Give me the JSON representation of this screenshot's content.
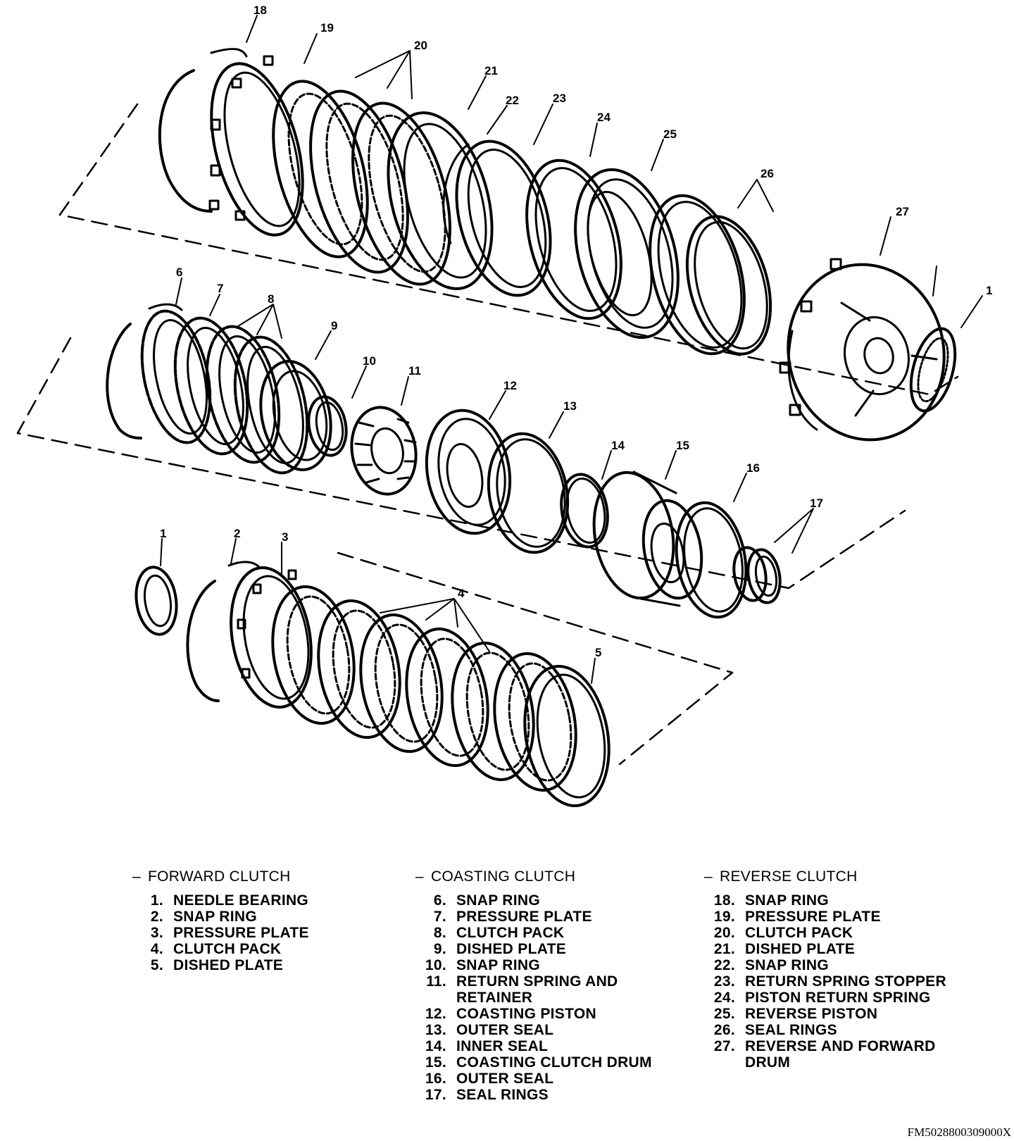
{
  "callouts": [
    "1",
    "2",
    "3",
    "4",
    "5",
    "6",
    "7",
    "8",
    "9",
    "10",
    "11",
    "12",
    "13",
    "14",
    "15",
    "16",
    "17",
    "18",
    "19",
    "20",
    "21",
    "22",
    "23",
    "24",
    "25",
    "26",
    "27"
  ],
  "legend": {
    "forward": {
      "title": "FORWARD CLUTCH",
      "items": [
        {
          "n": "1.",
          "t": "NEEDLE BEARING"
        },
        {
          "n": "2.",
          "t": "SNAP RING"
        },
        {
          "n": "3.",
          "t": "PRESSURE PLATE"
        },
        {
          "n": "4.",
          "t": "CLUTCH PACK"
        },
        {
          "n": "5.",
          "t": "DISHED PLATE"
        }
      ]
    },
    "coasting": {
      "title": "COASTING CLUTCH",
      "items": [
        {
          "n": "6.",
          "t": "SNAP RING"
        },
        {
          "n": "7.",
          "t": "PRESSURE PLATE"
        },
        {
          "n": "8.",
          "t": "CLUTCH PACK"
        },
        {
          "n": "9.",
          "t": "DISHED PLATE"
        },
        {
          "n": "10.",
          "t": "SNAP RING"
        },
        {
          "n": "11.",
          "t": "RETURN SPRING AND"
        },
        {
          "n": "",
          "t": "RETAINER"
        },
        {
          "n": "12.",
          "t": "COASTING PISTON"
        },
        {
          "n": "13.",
          "t": "OUTER SEAL"
        },
        {
          "n": "14.",
          "t": "INNER SEAL"
        },
        {
          "n": "15.",
          "t": "COASTING CLUTCH DRUM"
        },
        {
          "n": "16.",
          "t": "OUTER SEAL"
        },
        {
          "n": "17.",
          "t": "SEAL RINGS"
        }
      ]
    },
    "reverse": {
      "title": "REVERSE CLUTCH",
      "items": [
        {
          "n": "18.",
          "t": "SNAP RING"
        },
        {
          "n": "19.",
          "t": "PRESSURE PLATE"
        },
        {
          "n": "20.",
          "t": "CLUTCH PACK"
        },
        {
          "n": "21.",
          "t": "DISHED PLATE"
        },
        {
          "n": "22.",
          "t": "SNAP RING"
        },
        {
          "n": "23.",
          "t": "RETURN SPRING STOPPER"
        },
        {
          "n": "24.",
          "t": "PISTON RETURN SPRING"
        },
        {
          "n": "25.",
          "t": "REVERSE PISTON"
        },
        {
          "n": "26.",
          "t": "SEAL RINGS"
        },
        {
          "n": "27.",
          "t": "REVERSE AND FORWARD"
        },
        {
          "n": "",
          "t": "DRUM"
        }
      ]
    }
  },
  "footer_code": "FM5028800309000X"
}
